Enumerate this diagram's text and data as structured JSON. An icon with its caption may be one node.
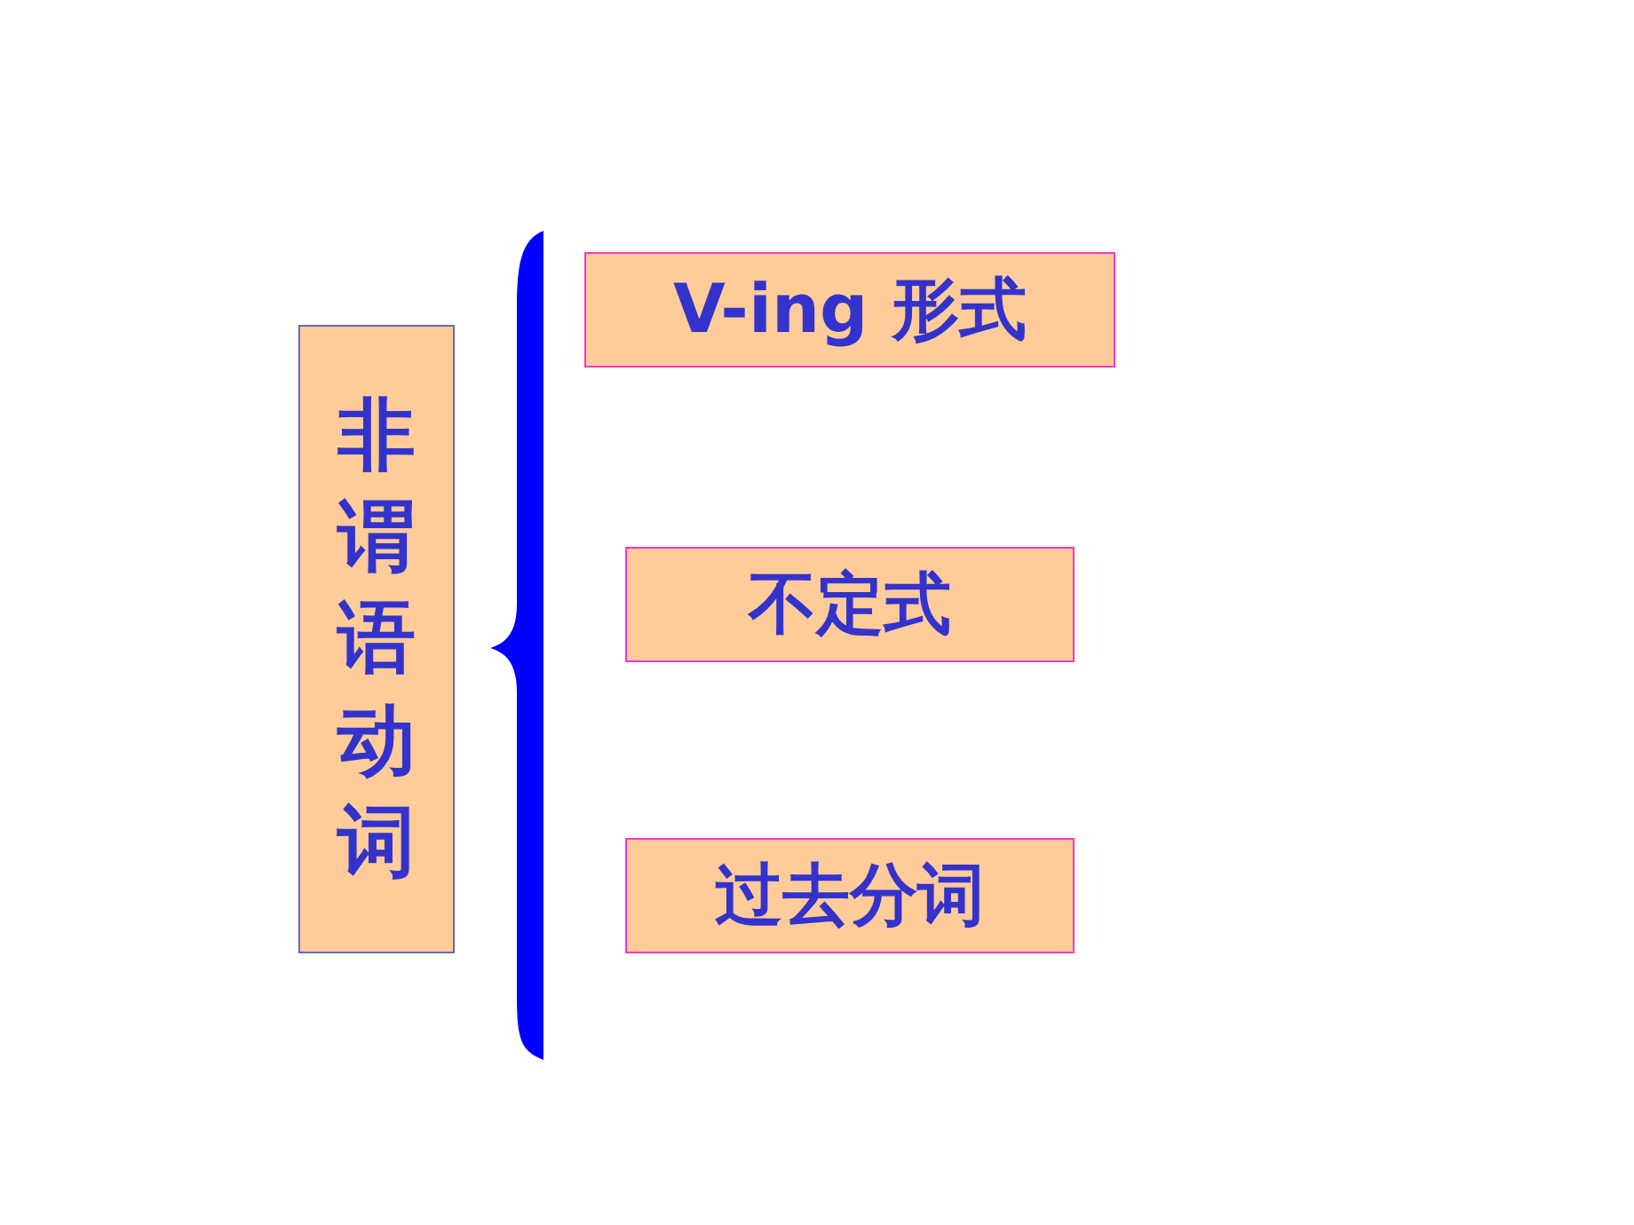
{
  "diagram": {
    "nodes": [
      {
        "text": [
          "非谓语动词"
        ]
      },
      {
        "text": [
          "V-ing 形式"
        ]
      },
      {
        "text": [
          "不定式"
        ]
      },
      {
        "text": [
          "过去分词"
        ]
      }
    ]
  }
}
